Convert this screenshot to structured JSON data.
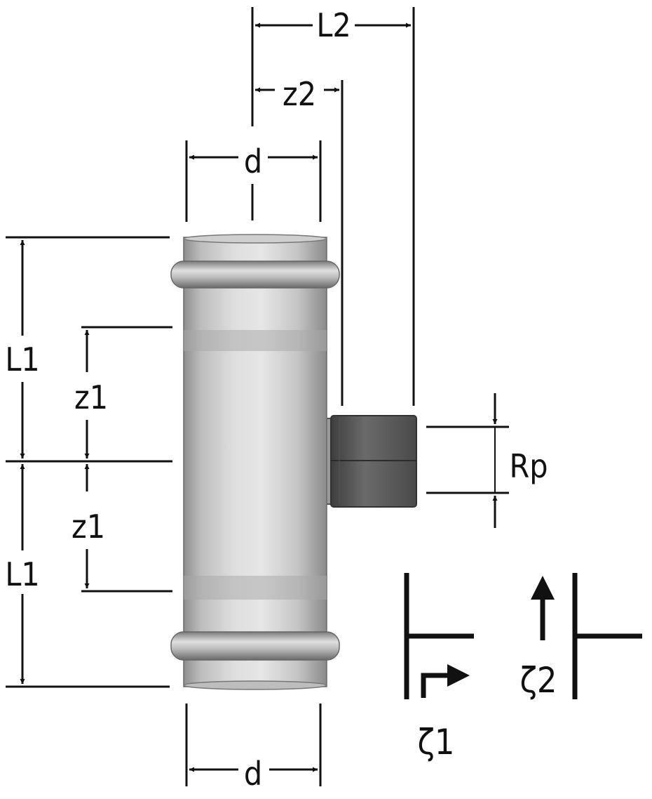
{
  "labels": {
    "L2": "L2",
    "z2": "z2",
    "d_top": "d",
    "L1_upper": "L1",
    "z1_upper": "z1",
    "z1_lower": "z1",
    "L1_lower": "L1",
    "Rp": "Rp",
    "d_bottom": "d",
    "zeta1": "ζ1",
    "zeta2": "ζ2"
  },
  "colors": {
    "line": "#111111",
    "steel_light": "#d6d6d6",
    "steel_dark": "#8c8c8c",
    "thread_socket": "#5a5a5a"
  }
}
